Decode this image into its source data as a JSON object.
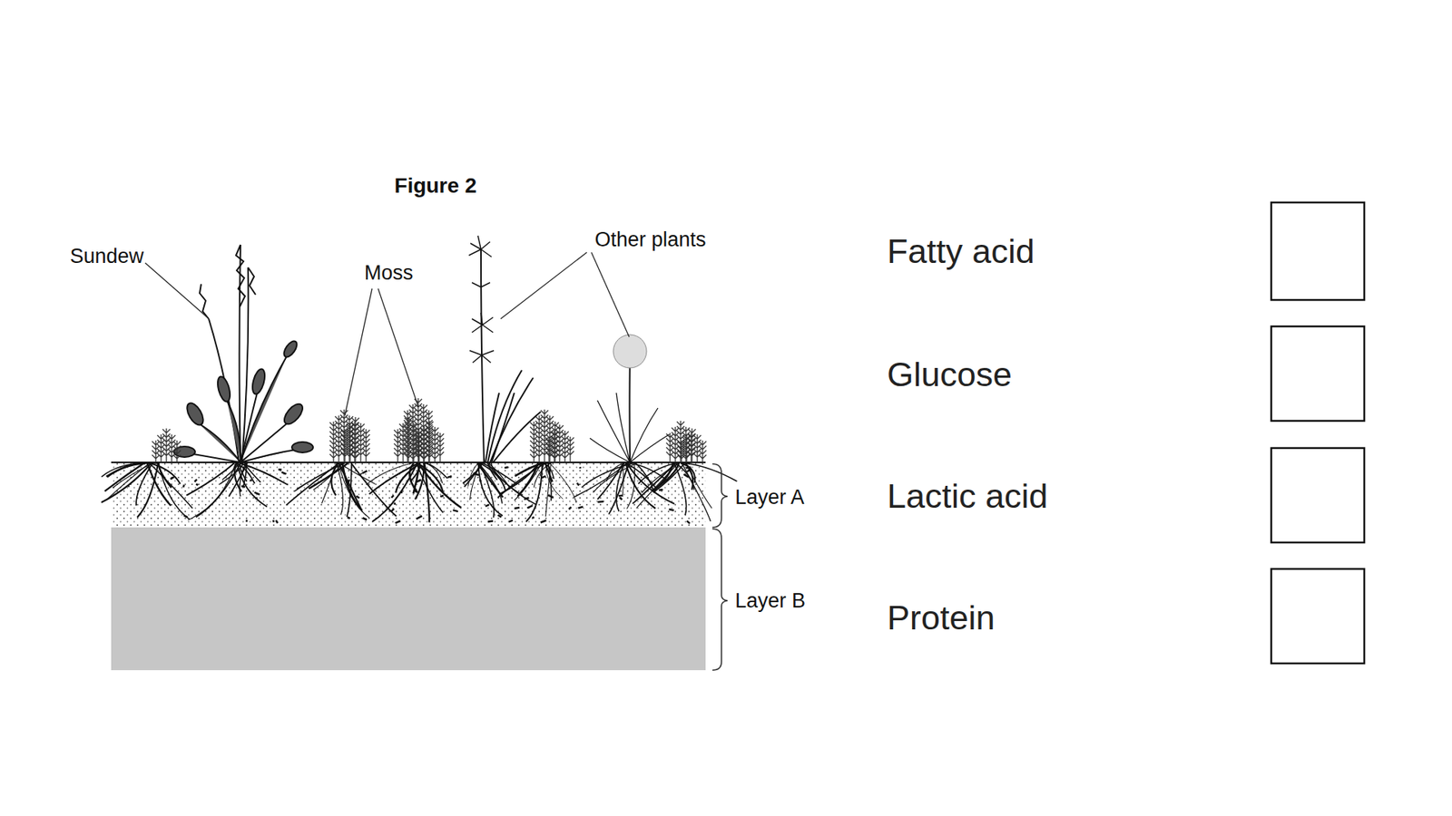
{
  "diagram": {
    "title": "Figure 2",
    "labels": [
      "Sundew",
      "Moss",
      "Other plants",
      "Layer A",
      "Layer B",
      "Fatty acid",
      "Glucose",
      "Lactic acid",
      "Protein"
    ]
  }
}
